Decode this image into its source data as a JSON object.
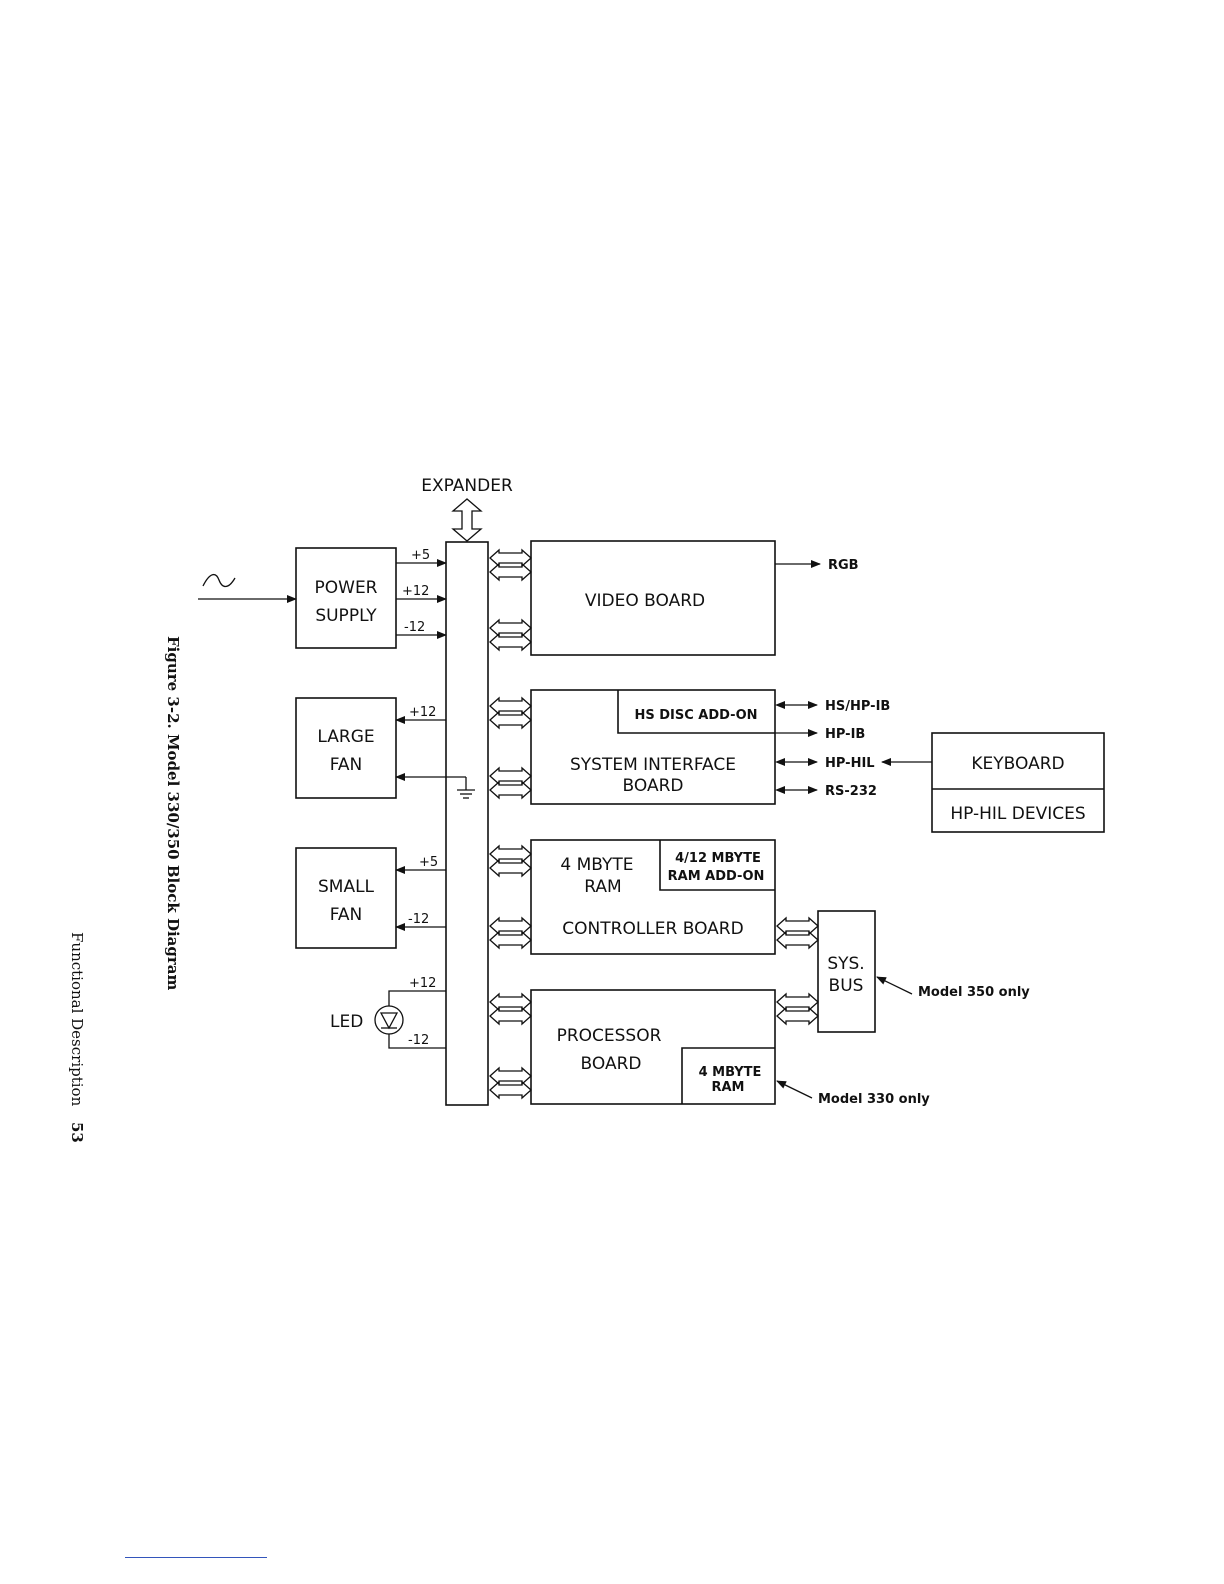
{
  "figure_caption": "Figure 3-2.  Model 330/350 Block Diagram",
  "footer": {
    "section": "Functional Description",
    "page_number": "53"
  },
  "blocks": {
    "power_supply": [
      "POWER",
      "SUPPLY"
    ],
    "large_fan": [
      "LARGE",
      "FAN"
    ],
    "small_fan": [
      "SMALL",
      "FAN"
    ],
    "led": "LED",
    "expander": "EXPANDER",
    "video_board": "VIDEO   BOARD",
    "system_interface_board": [
      "SYSTEM   INTERFACE",
      "BOARD"
    ],
    "hs_disc_addon": "HS  DISC  ADD-ON",
    "ram_4mb": [
      "4   MBYTE",
      "RAM"
    ],
    "ram_addon": [
      "4/12  MBYTE",
      "RAM  ADD-ON"
    ],
    "controller_board": "CONTROLLER   BOARD",
    "processor_board": [
      "PROCESSOR",
      "BOARD"
    ],
    "processor_ram": [
      "4   MBYTE",
      "RAM"
    ],
    "sys_bus": [
      "SYS.",
      "BUS"
    ],
    "keyboard": "KEYBOARD",
    "hp_hil_devices": "HP-HIL   DEVICES"
  },
  "voltages": {
    "ps_plus5": "+5",
    "ps_plus12": "+12",
    "ps_minus12": "-12",
    "large_fan_plus12": "+12",
    "small_fan_plus5": "+5",
    "small_fan_minus12": "-12",
    "led_plus12": "+12",
    "led_minus12": "-12"
  },
  "signals": {
    "rgb": "RGB",
    "hs_hpib": "HS/HP-IB",
    "hpib": "HP-IB",
    "hphil": "HP-HIL",
    "rs232": "RS-232"
  },
  "notes": {
    "model350": "Model   350   only",
    "model330": "Model   330   only"
  }
}
